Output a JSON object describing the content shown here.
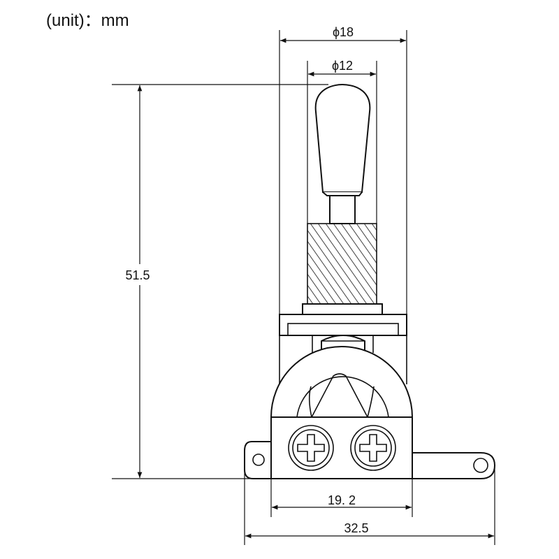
{
  "title": "(unit)：mm",
  "dimensions": {
    "outer_diameter": "ϕ18",
    "tip_diameter": "ϕ12",
    "height": "51.5",
    "base_width": "19. 2",
    "total_width": "32.5"
  },
  "colors": {
    "line": "#111111",
    "background": "#ffffff"
  }
}
